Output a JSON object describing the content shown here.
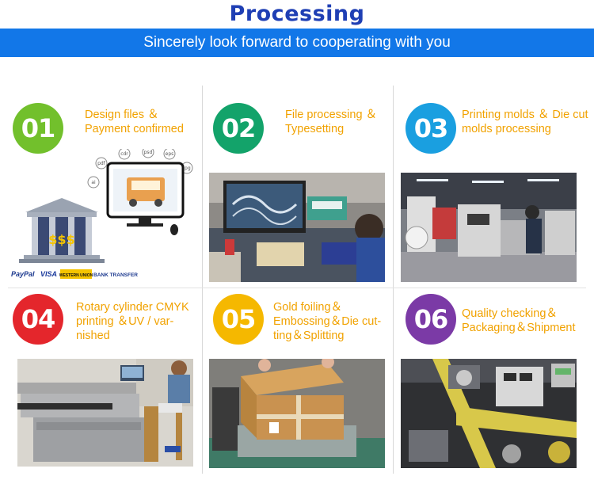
{
  "header": {
    "title": "Processing",
    "subtitle": "Sincerely look forward to cooperating with you"
  },
  "colors": {
    "title": "#1f3fb4",
    "banner": "#1277e8",
    "step_text": "#f1a200"
  },
  "steps": [
    {
      "number": "01",
      "text": "Design files ＆ Payment confirmed",
      "color": "#72c02c",
      "icon": "design-payment-illustration"
    },
    {
      "number": "02",
      "text": "File processing ＆ Typesetting",
      "color": "#13a36a",
      "icon": "computer-desk-photo"
    },
    {
      "number": "03",
      "text": "Printing molds ＆ Die cut molds processing",
      "color": "#1a9fe0",
      "icon": "printing-machine-photo"
    },
    {
      "number": "04",
      "text": "Rotary cylinder CMYK printing ＆UV / var-nished",
      "color": "#e4262c",
      "icon": "plate-machine-photo"
    },
    {
      "number": "05",
      "text": "Gold foiling＆ Embossing＆Die cut-ting＆Splitting",
      "color": "#f5b800",
      "icon": "packaged-box-photo"
    },
    {
      "number": "06",
      "text": "Quality checking＆ Packaging＆Shipment",
      "color": "#7b3aa6",
      "icon": "label-machine-photo"
    }
  ],
  "illustration": {
    "money": "$$$",
    "payment_brands": [
      "PayPal",
      "VISA",
      "WESTERN UNION",
      "BANK TRANSFER"
    ],
    "file_bubbles": [
      "pdf",
      "cdr",
      "psd",
      "eps",
      "ai",
      "jpg"
    ]
  }
}
